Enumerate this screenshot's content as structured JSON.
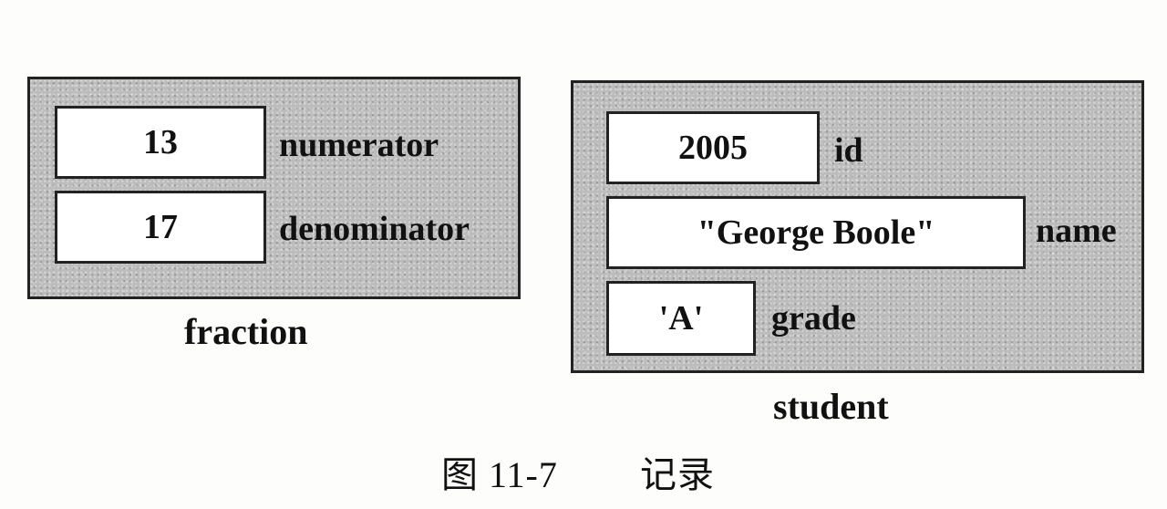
{
  "fraction": {
    "name": "fraction",
    "fields": [
      {
        "value": "13",
        "label": "numerator"
      },
      {
        "value": "17",
        "label": "denominator"
      }
    ]
  },
  "student": {
    "name": "student",
    "fields": [
      {
        "value": "2005",
        "label": "id"
      },
      {
        "value": "\"George Boole\"",
        "label": "name"
      },
      {
        "value": "'A'",
        "label": "grade"
      }
    ]
  },
  "figure": {
    "number": "图 11-7",
    "title": "记录"
  }
}
